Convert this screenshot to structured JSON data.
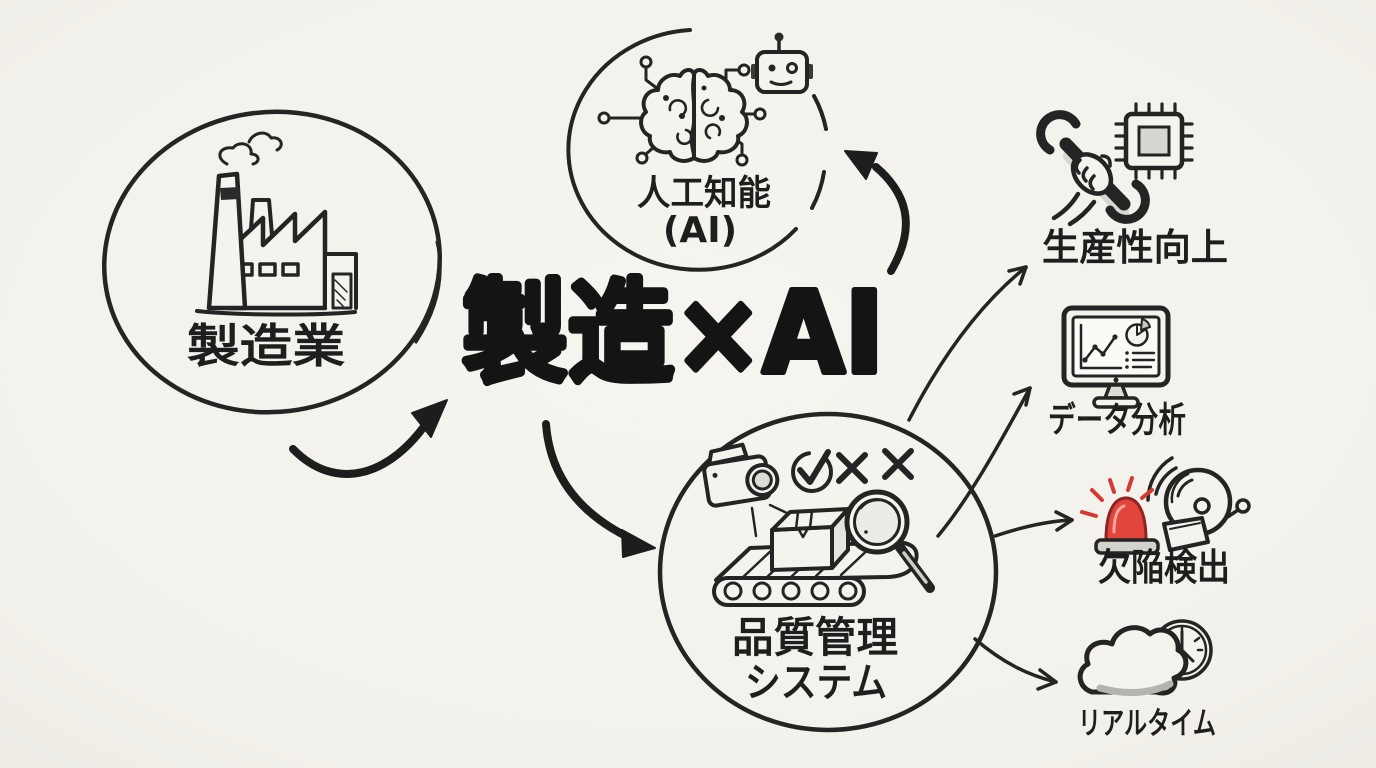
{
  "meta": {
    "style": "hand-drawn whiteboard sketch",
    "background_color": "#f4f2ec",
    "ink_color": "#242424",
    "accent_red": "#d6392f",
    "shade_gray": "#d8d6d1"
  },
  "title": {
    "text": "製造×AI"
  },
  "nodes": {
    "manufacturing": {
      "label": "製造業",
      "icon": "factory-icon"
    },
    "ai": {
      "label": "人工知能",
      "sublabel": "(AI)",
      "icons": [
        "brain-circuit-icon",
        "robot-icon"
      ]
    },
    "quality": {
      "label_line1": "品質管理",
      "label_line2": "システム",
      "icons": [
        "camera-icon",
        "check-circle-icon",
        "x-mark-icon",
        "x-mark-icon",
        "box-icon",
        "conveyor-icon",
        "magnifier-icon"
      ]
    }
  },
  "outcomes": [
    {
      "label": "生産性向上",
      "icons": [
        "wrench-hand-icon",
        "chip-icon"
      ]
    },
    {
      "label": "データ分析",
      "icons": [
        "monitor-chart-icon"
      ]
    },
    {
      "label": "欠陥検出",
      "icons": [
        "siren-icon",
        "alarm-bell-icon"
      ]
    },
    {
      "label": "リアルタイム",
      "icons": [
        "cloud-icon",
        "clock-icon"
      ]
    }
  ],
  "arrows": [
    {
      "from": "manufacturing",
      "to": "title",
      "weight": "thick"
    },
    {
      "from": "title",
      "to": "quality",
      "weight": "thick"
    },
    {
      "from": "quality",
      "to": "ai",
      "weight": "thick"
    },
    {
      "from": "quality",
      "to": "生産性向上",
      "weight": "thin"
    },
    {
      "from": "quality",
      "to": "データ分析",
      "weight": "thin"
    },
    {
      "from": "quality",
      "to": "欠陥検出",
      "weight": "thin"
    },
    {
      "from": "quality",
      "to": "リアルタイム",
      "weight": "thin"
    }
  ]
}
